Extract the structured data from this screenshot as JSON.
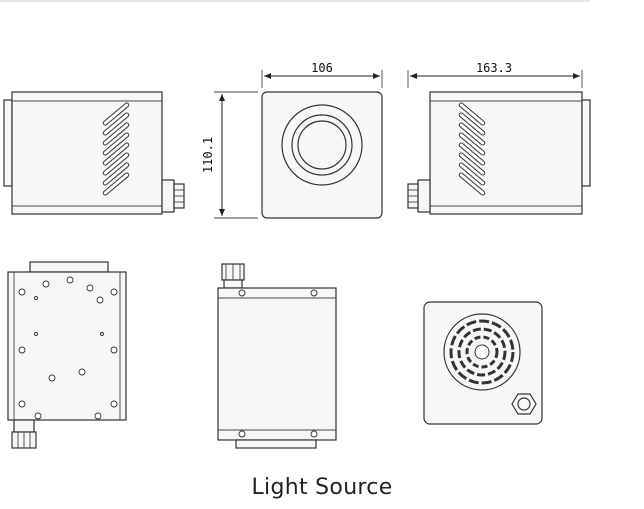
{
  "caption": "Light Source",
  "dimensions": {
    "front_width": "106",
    "front_height": "110.1",
    "side_length": "163.3"
  }
}
